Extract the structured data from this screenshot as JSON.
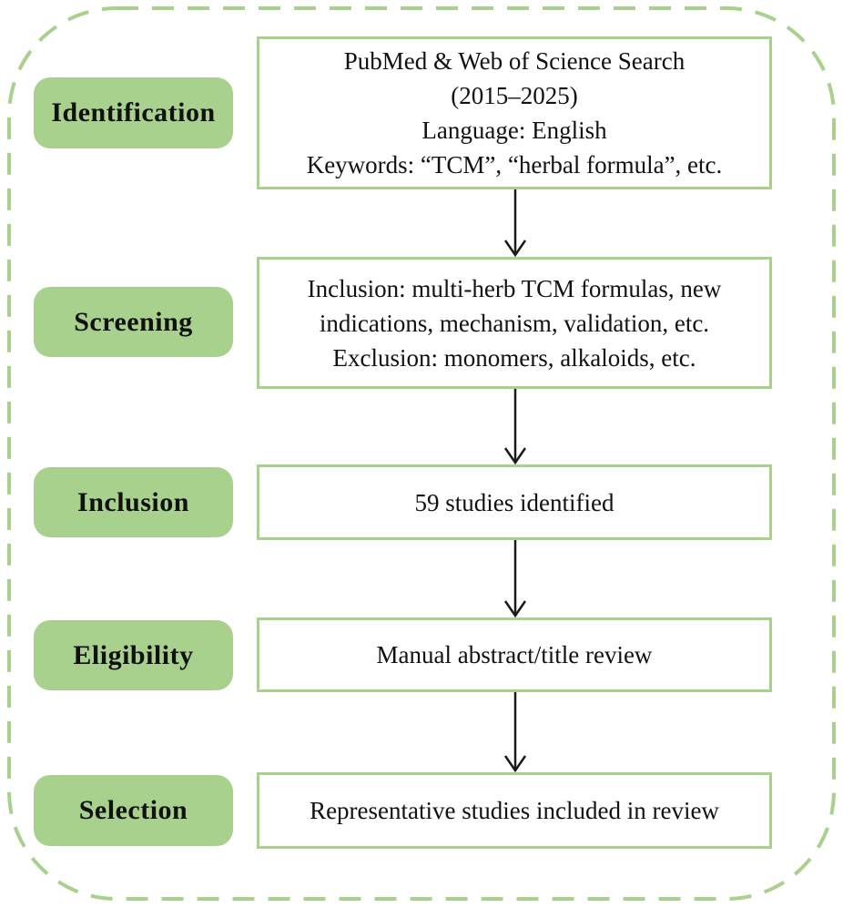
{
  "diagram": {
    "type": "flowchart",
    "colors": {
      "green_fill": "#a9d18e",
      "green_border": "#a9d18e",
      "dashed_outline": "#a9d18e",
      "arrow": "#1a1a1a",
      "text": "#111111"
    },
    "stages": [
      {
        "label": "Identification",
        "box_lines": [
          "PubMed & Web of Science Search",
          "(2015–2025)",
          "Language: English",
          "Keywords: “TCM”, “herbal formula”, etc."
        ]
      },
      {
        "label": "Screening",
        "box_lines": [
          "Inclusion: multi-herb TCM formulas, new",
          "indications, mechanism, validation, etc.",
          "Exclusion: monomers, alkaloids, etc."
        ]
      },
      {
        "label": "Inclusion",
        "box_lines": [
          "59 studies identified"
        ]
      },
      {
        "label": "Eligibility",
        "box_lines": [
          "Manual abstract/title review"
        ]
      },
      {
        "label": "Selection",
        "box_lines": [
          "Representative studies included in review"
        ]
      }
    ]
  }
}
